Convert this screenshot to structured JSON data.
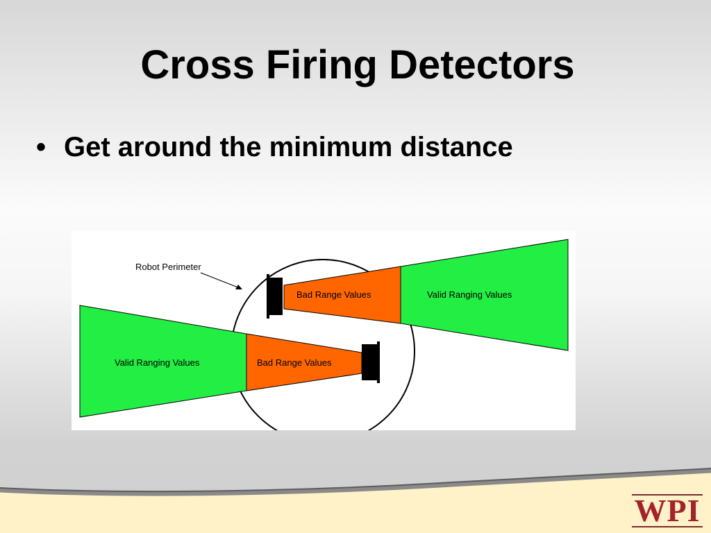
{
  "slide": {
    "title": "Cross Firing Detectors",
    "bullets": [
      {
        "text": "Get around the minimum distance"
      }
    ]
  },
  "diagram": {
    "labels": {
      "robot_perimeter": "Robot Perimeter",
      "bad_range_upper": "Bad Range Values",
      "valid_range_upper": "Valid Ranging Values",
      "bad_range_lower": "Bad Range Values",
      "valid_range_lower": "Valid Ranging Values"
    },
    "colors": {
      "bad_range": "#ff6600",
      "valid_range": "#22ee44",
      "sensor": "#000000",
      "perimeter": "#000000"
    }
  },
  "logo": {
    "text": "WPI",
    "color": "#a3232a"
  }
}
